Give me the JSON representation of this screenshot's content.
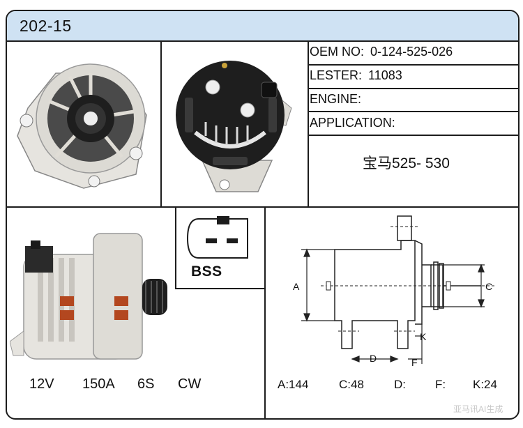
{
  "header": {
    "title": "202-15"
  },
  "specs": {
    "oem_label": "OEM NO:",
    "oem_value": "0-124-525-026",
    "lester_label": "LESTER:",
    "lester_value": "11083",
    "engine_label": "ENGINE:",
    "engine_value": "",
    "application_label": "APPLICATION:",
    "application_value": "宝马525- 530"
  },
  "connector": {
    "label": "BSS"
  },
  "ratings": {
    "voltage": "12V",
    "current": "150A",
    "pulley": "6S",
    "rotation": "CW"
  },
  "dimensions": {
    "labels": {
      "a": "A",
      "c": "C",
      "d": "D",
      "f": "F",
      "k": "K"
    },
    "a": "A:144",
    "c": "C:48",
    "d": "D:",
    "f": "F:",
    "k": "K:24"
  },
  "watermark": "亚马讯AI生成",
  "colors": {
    "header_bg": "#cfe2f3",
    "border": "#1c1c1c",
    "housing_light": "#e2e0da",
    "housing_dark": "#1e1e1e"
  }
}
